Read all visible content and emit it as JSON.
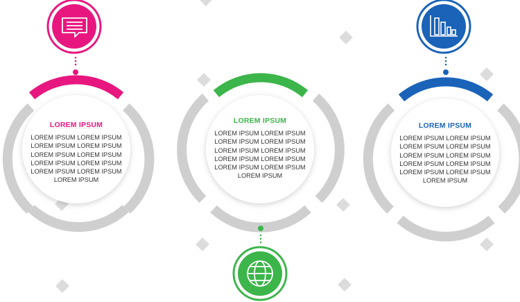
{
  "steps": [
    {
      "title": "LOREM IPSUM",
      "color": "#e8177f",
      "icon": "chat-bubble-icon",
      "lines": [
        "LOREM IPSUM LOREM IPSUM",
        "LOREM IPSUM  LOREM IPSUM",
        "LOREM IPSUM LOREM IPSUM",
        "LOREM IPSUM  LOREM IPSUM",
        "LOREM IPSUM LOREM IPSUM",
        "LOREM IPSUM"
      ]
    },
    {
      "title": "LOREM IPSUM",
      "color": "#3cb54a",
      "icon": "globe-icon",
      "lines": [
        "LOREM IPSUM LOREM IPSUM",
        "LOREM IPSUM  LOREM IPSUM",
        "LOREM IPSUM  LOREM IPSUM",
        "LOREM IPSUM  LOREM IPSUM",
        "LOREM IPSUM  LOREM IPSUM",
        "LOREM IPSUM"
      ]
    },
    {
      "title": "LOREM IPSUM",
      "color": "#1a63b8",
      "icon": "bar-chart-icon",
      "lines": [
        "LOREM IPSUM LOREM IPSUM",
        "LOREM IPSUM  LOREM IPSUM",
        "LOREM IPSUM LOREM IPSUM",
        "LOREM IPSUM  LOREM IPSUM",
        "LOREM IPSUM LOREM IPSUM",
        "LOREM IPSUM"
      ]
    }
  ]
}
